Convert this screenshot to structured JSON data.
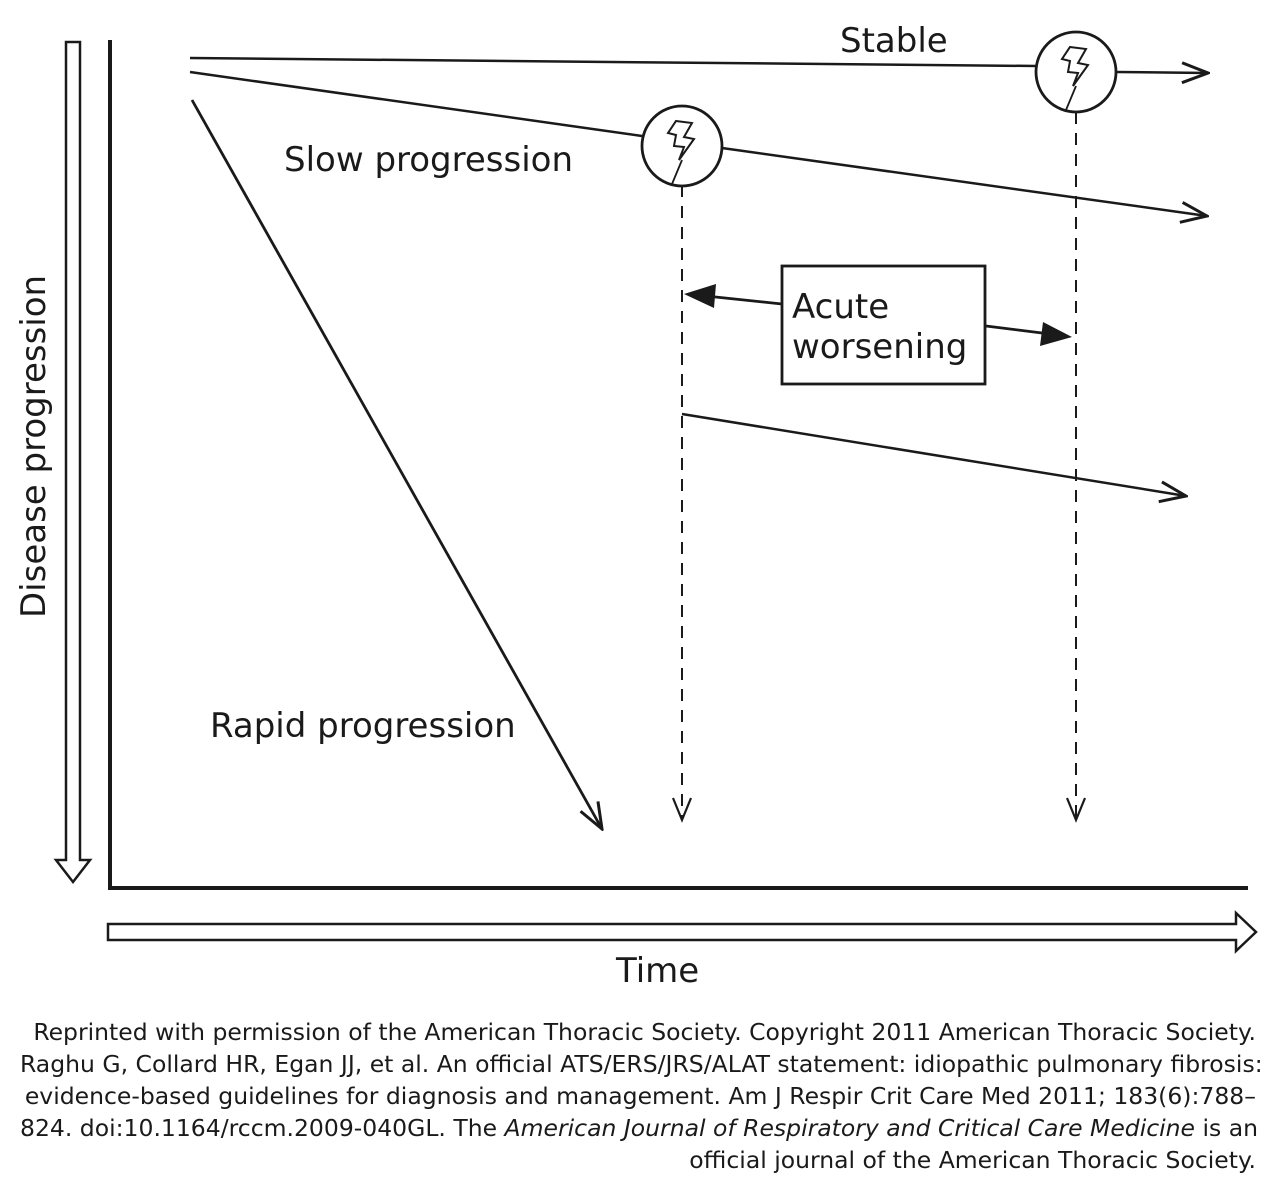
{
  "diagram": {
    "y_axis_label": "Disease progression",
    "x_axis_label": "Time",
    "curves": {
      "stable": "Stable",
      "slow": "Slow progression",
      "rapid": "Rapid progression"
    },
    "box": {
      "line1": "Acute",
      "line2": "worsening"
    }
  },
  "caption": {
    "line1": "Reprinted with permission of the American Thoracic Society. Copyright 2011 American Thoracic Society.",
    "line2": "Raghu G, Collard HR, Egan JJ, et al. An official ATS/ERS/JRS/ALAT statement: idiopathic pulmonary fibrosis:",
    "line3": "evidence-based guidelines for diagnosis and management. Am J Respir Crit Care Med 2011; 183(6):788–",
    "line4_pre": "824. doi:10.1164/rccm.2009-040GL. The ",
    "line4_italic": "American Journal of Respiratory and Critical Care Medicine",
    "line4_post": " is an",
    "line5": "official journal of the American Thoracic Society."
  }
}
